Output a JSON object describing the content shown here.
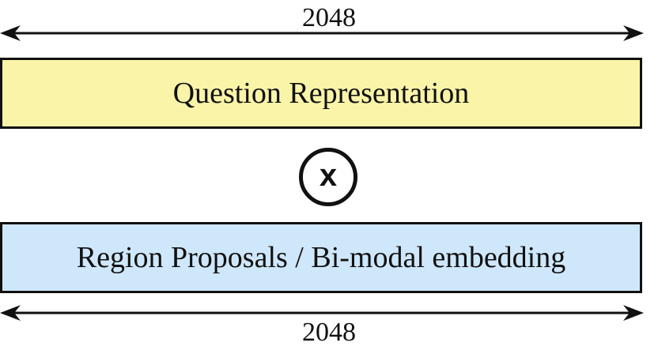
{
  "top_dimension": {
    "label": "2048"
  },
  "question_bar": {
    "label": "Question Representation",
    "fill_color": "#faf4a8"
  },
  "operator": {
    "symbol": "x",
    "icon": "multiply-icon"
  },
  "region_bar": {
    "label": "Region Proposals / Bi-modal embedding",
    "fill_color": "#cfe7fb"
  },
  "bottom_dimension": {
    "label": "2048"
  }
}
